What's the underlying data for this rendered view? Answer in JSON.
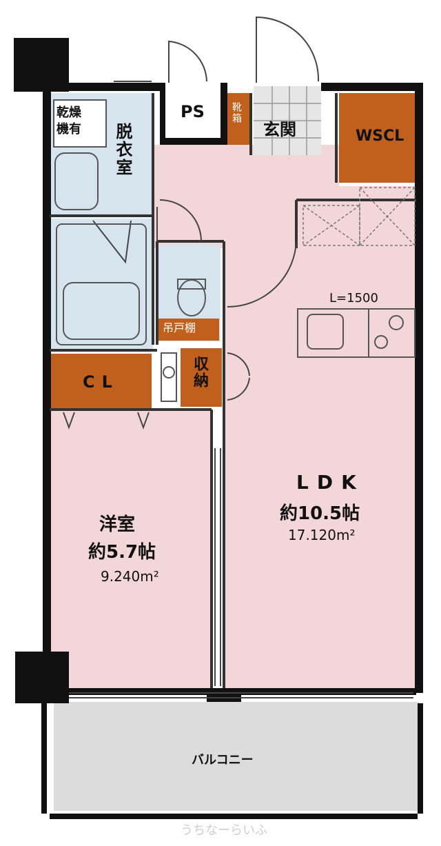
{
  "floorplan": {
    "rooms": {
      "washer": "乾燥\n機有",
      "dressing": "脱衣室",
      "ps": "PS",
      "shoe_storage": "靴箱",
      "entrance": "玄関",
      "wscl": "WSCL",
      "kitchen_length": "L=1500",
      "toilet_storage": "吊戸棚",
      "closet": "CL",
      "storage": "収納",
      "ldk_name": "LDK",
      "ldk_size": "約10.5帖",
      "ldk_area": "17.120m²",
      "western_name": "洋室",
      "western_size": "約5.7帖",
      "western_area": "9.240m²",
      "balcony": "バルコニー"
    },
    "watermark": "うちなーらいふ",
    "colors": {
      "room_pink": "#f3d6d8",
      "wet_blue": "#d6e4ee",
      "storage_brown": "#c0601c",
      "balcony_gray": "#dcdcdc",
      "wall": "#111111"
    }
  }
}
